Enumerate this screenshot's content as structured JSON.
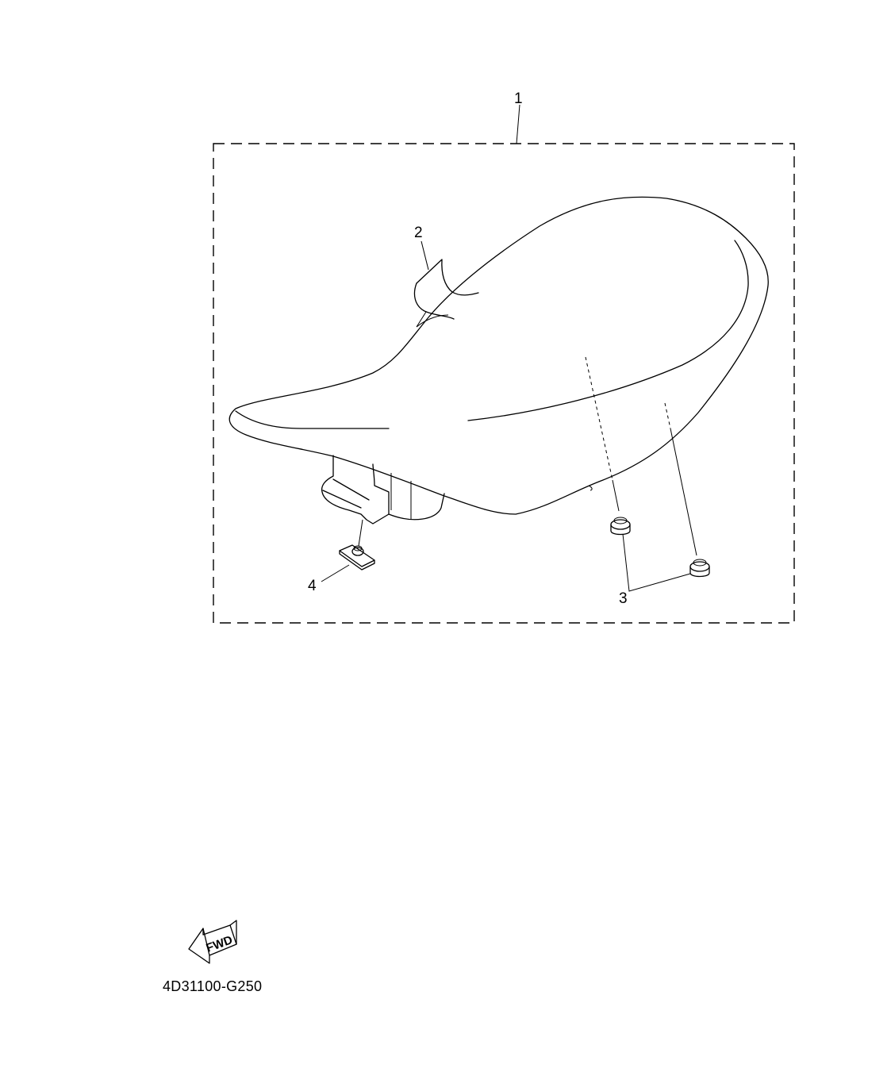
{
  "diagram": {
    "type": "exploded parts diagram",
    "subject": "seat assembly",
    "callouts": [
      {
        "id": "1",
        "label": "1",
        "target": "seat assembly (dashed box)"
      },
      {
        "id": "2",
        "label": "2",
        "target": "seat cover flap"
      },
      {
        "id": "3",
        "label": "3",
        "target": "damper (x2)"
      },
      {
        "id": "4",
        "label": "4",
        "target": "clip / bracket"
      }
    ],
    "fwd_arrow": {
      "label": "FWD",
      "icon": "forward-direction-arrow-icon"
    },
    "part_code": "4D31100-G250"
  },
  "colors": {
    "line": "#000000",
    "background": "#ffffff"
  }
}
